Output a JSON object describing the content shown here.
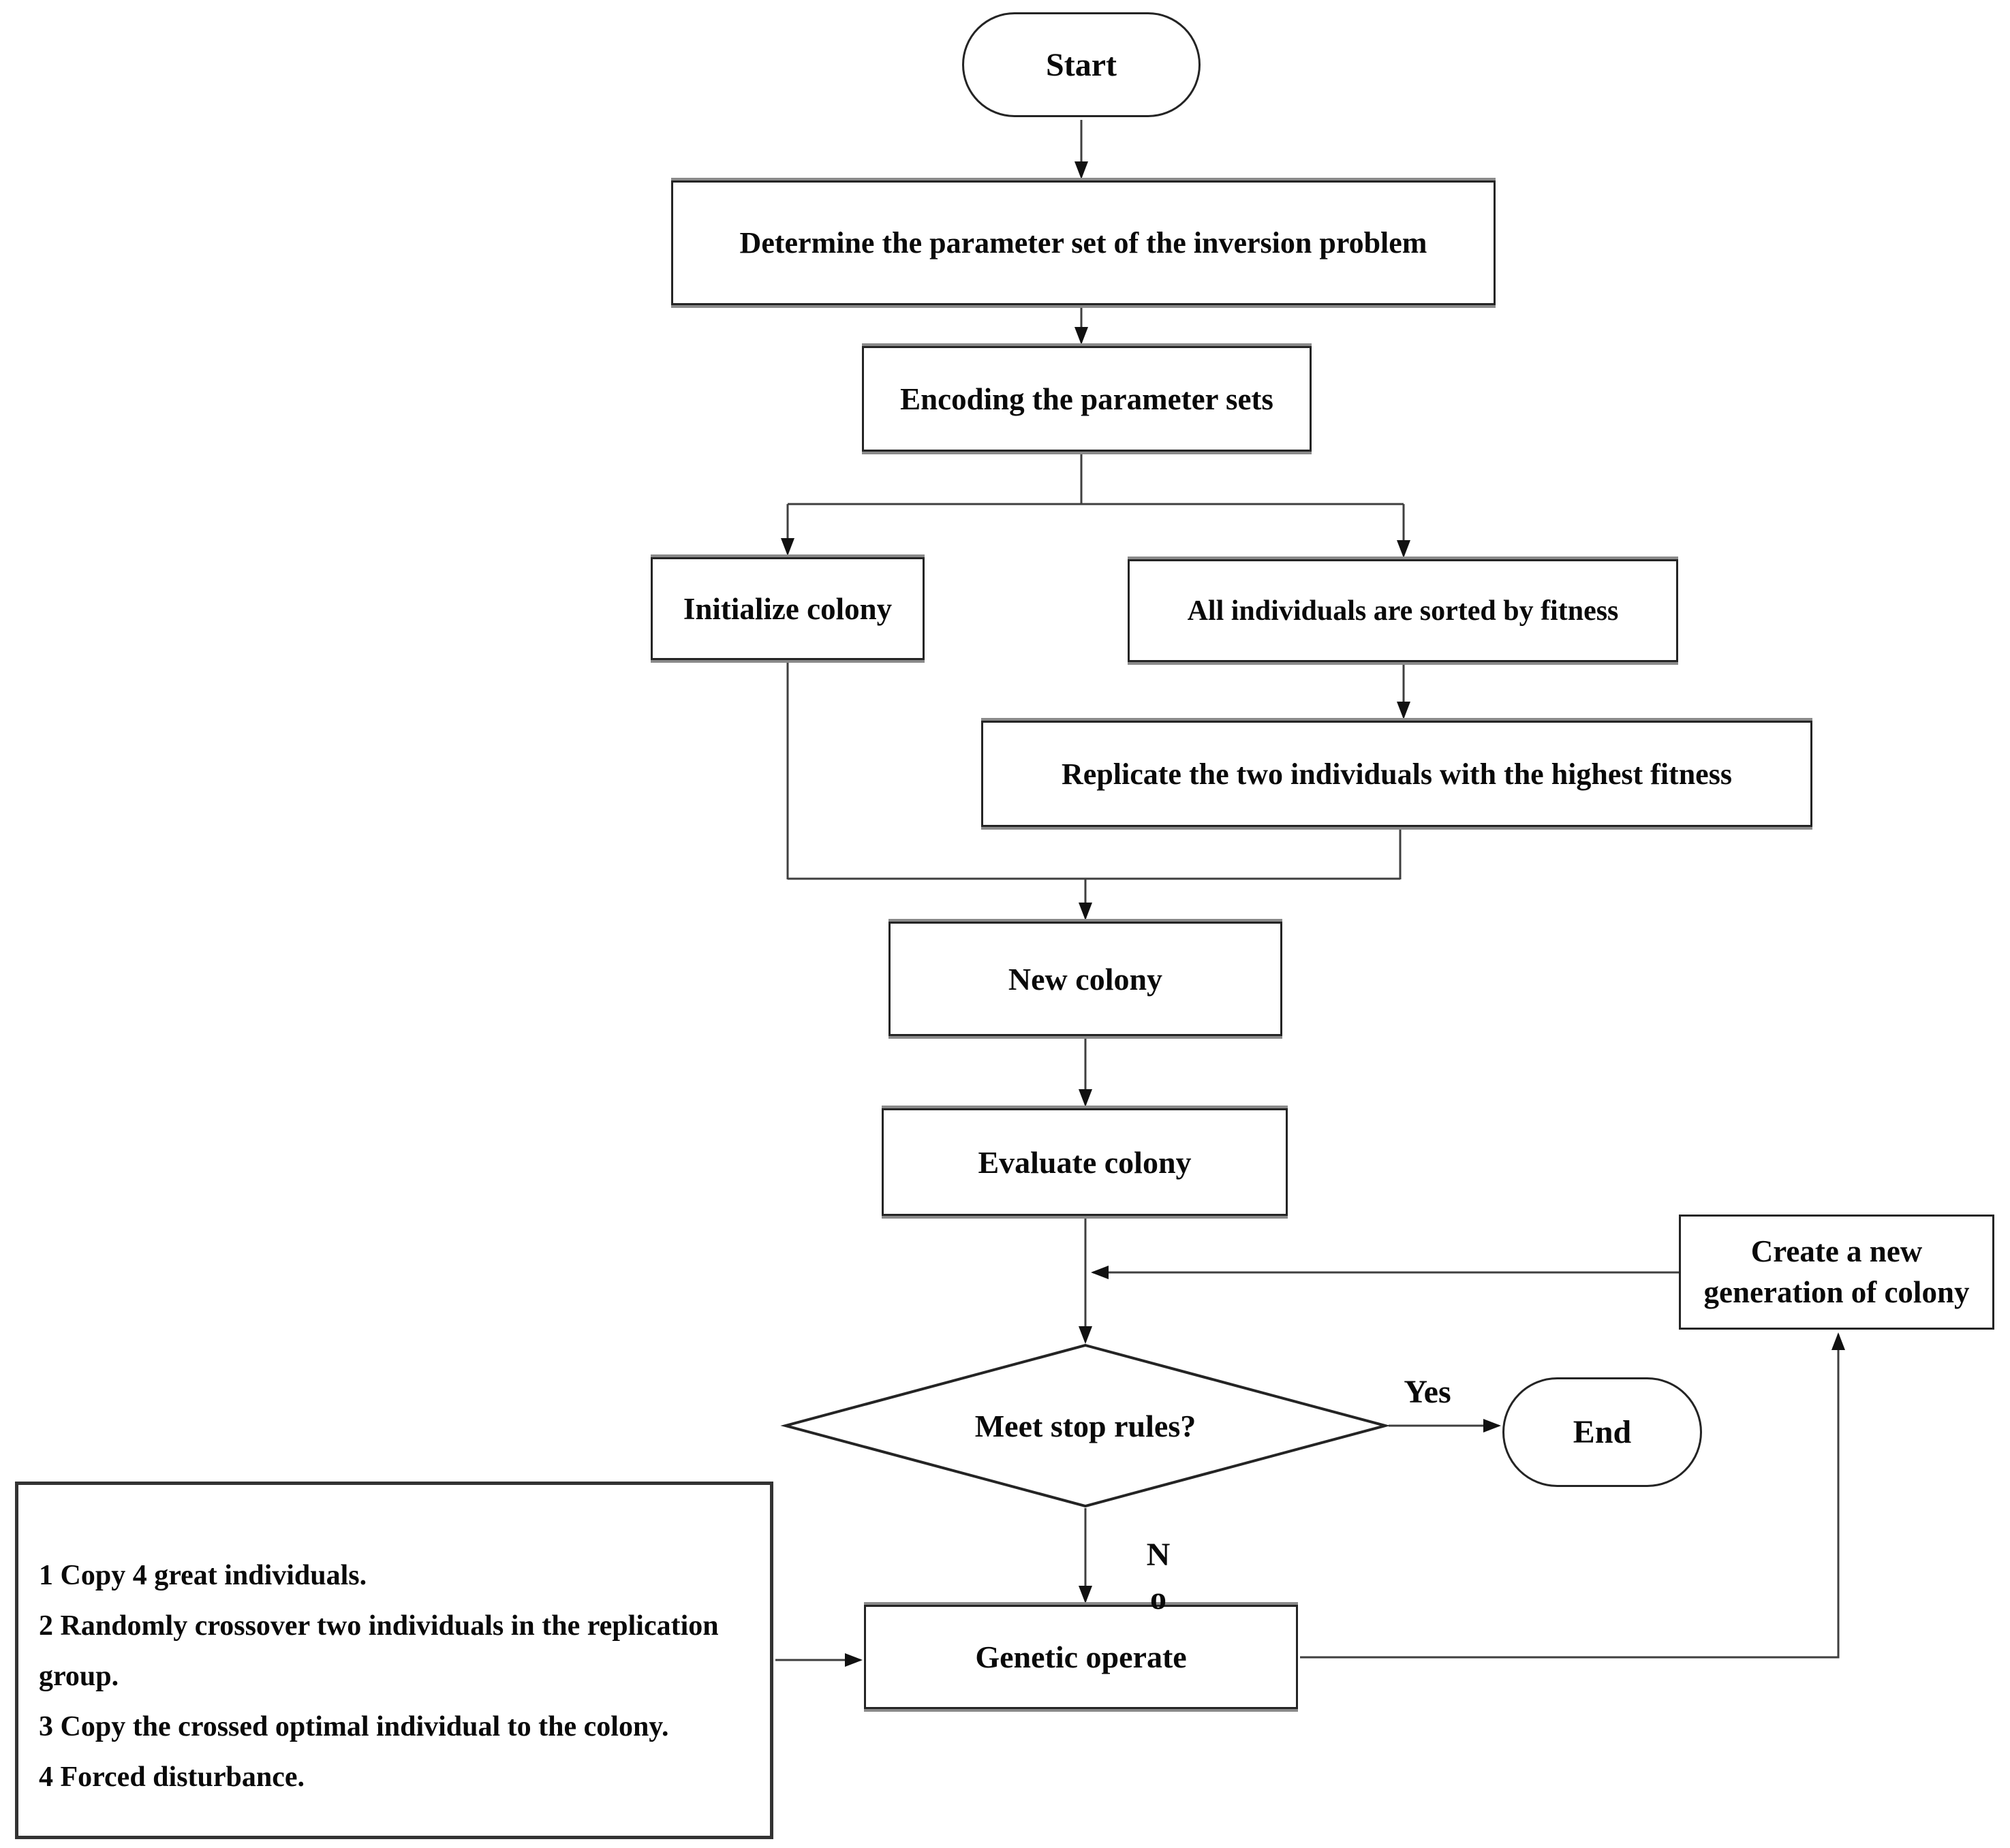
{
  "diagram": {
    "kind": "flowchart",
    "background": "#ffffff"
  },
  "colors": {
    "line": "#3f3f3f",
    "arrowhead": "#111111",
    "border": "#242424",
    "text": "#0a0a0a",
    "node_fill": "#ffffff"
  },
  "nodes": {
    "start": {
      "label": "Start",
      "shape": "terminator"
    },
    "determine": {
      "label": "Determine the parameter set of the inversion problem",
      "shape": "process"
    },
    "encoding": {
      "label": "Encoding the parameter sets",
      "shape": "process"
    },
    "initialize": {
      "label": "Initialize colony",
      "shape": "process"
    },
    "sort": {
      "label": "All individuals are sorted by fitness",
      "shape": "process"
    },
    "replicate": {
      "label": "Replicate the two individuals with the highest fitness",
      "shape": "process"
    },
    "new_colony": {
      "label": "New colony",
      "shape": "process"
    },
    "evaluate": {
      "label": "Evaluate colony",
      "shape": "process"
    },
    "stop": {
      "label": "Meet stop rules?",
      "shape": "decision"
    },
    "end": {
      "label": "End",
      "shape": "terminator"
    },
    "create": {
      "label": "Create a new generation of colony",
      "shape": "process"
    },
    "genetic": {
      "label": "Genetic operate",
      "shape": "process"
    }
  },
  "edge_labels": {
    "yes": "Yes",
    "no_top": "N",
    "no_bottom": "o"
  },
  "notes": {
    "lines": [
      "1 Copy 4 great individuals.",
      "2 Randomly crossover two individuals in the replication group.",
      "3 Copy the crossed optimal individual to the colony.",
      "4 Forced disturbance."
    ]
  }
}
